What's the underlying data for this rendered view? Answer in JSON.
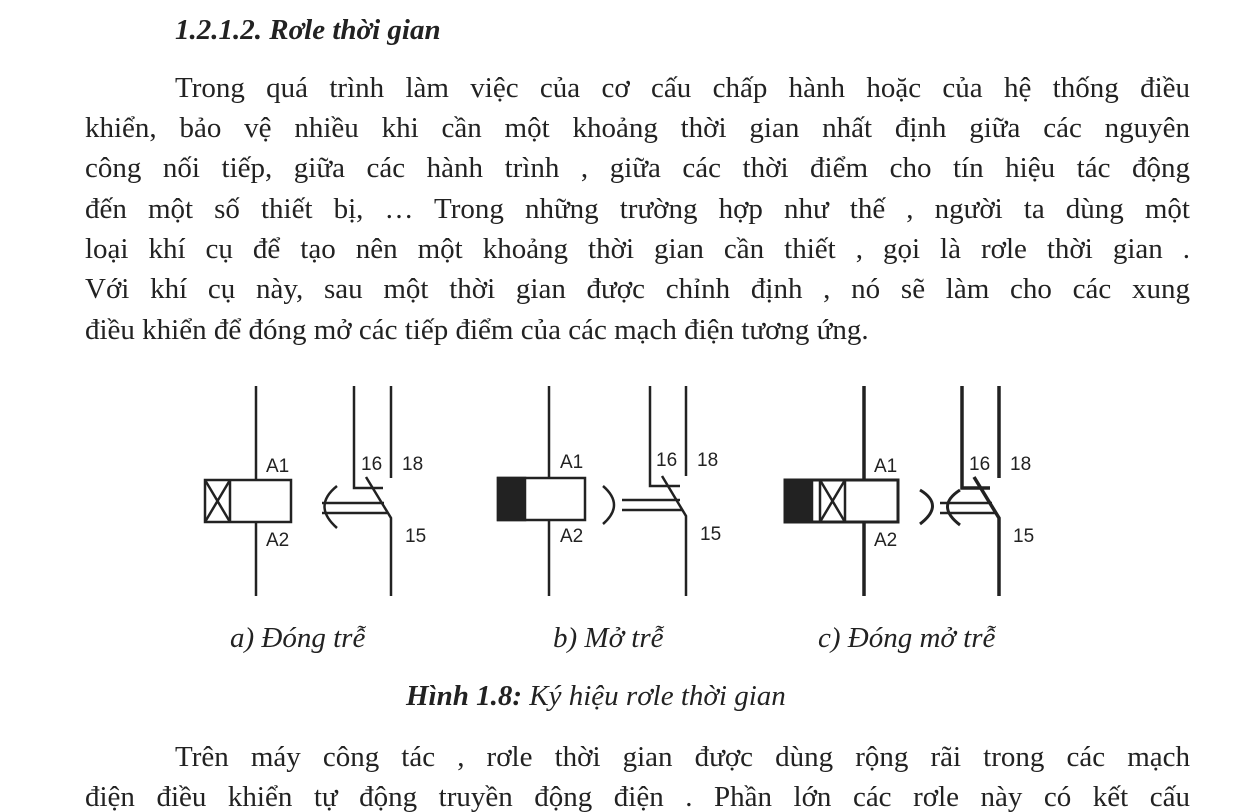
{
  "heading": "1.2.1.2. Rơle thời gian",
  "paragraph1": [
    "Trong quá trình làm việc của cơ cấu chấp hành hoặc của hệ thống điều",
    "khiển, bảo vệ nhiều khi cần một khoảng thời gian nhất định giữa các nguyên",
    "công nối tiếp, giữa các hành trình , giữa các thời điểm cho tín hiệu tác động",
    "đến một số thiết bị, … Trong những trường hợp như thế , người ta dùng một",
    "loại khí cụ để tạo nên một  khoảng thời gian cần thiết , gọi là rơle thời gian .",
    "Với khí cụ này, sau một thời gian được chỉnh định , nó sẽ làm cho các xung",
    "điều khiển để đóng mở các tiếp điểm của các mạch điện tương ứng."
  ],
  "figure": {
    "terminals": {
      "a1": "A1",
      "a2": "A2",
      "t16": "16",
      "t18": "18",
      "t15": "15"
    },
    "subcaptions": [
      "a) Đóng trễ",
      "b) Mở trễ",
      "c) Đóng mở trễ"
    ],
    "caption_label": "Hình 1.8:",
    "caption_text": " Ký hiệu rơle thời gian"
  },
  "paragraph2": [
    "Trên máy công tác , rơle thời gian được dùng rộng rãi trong các mạch",
    "điện điều khiển tự động truyền động điện . Phần lớn các rơle này có kết cấu"
  ]
}
